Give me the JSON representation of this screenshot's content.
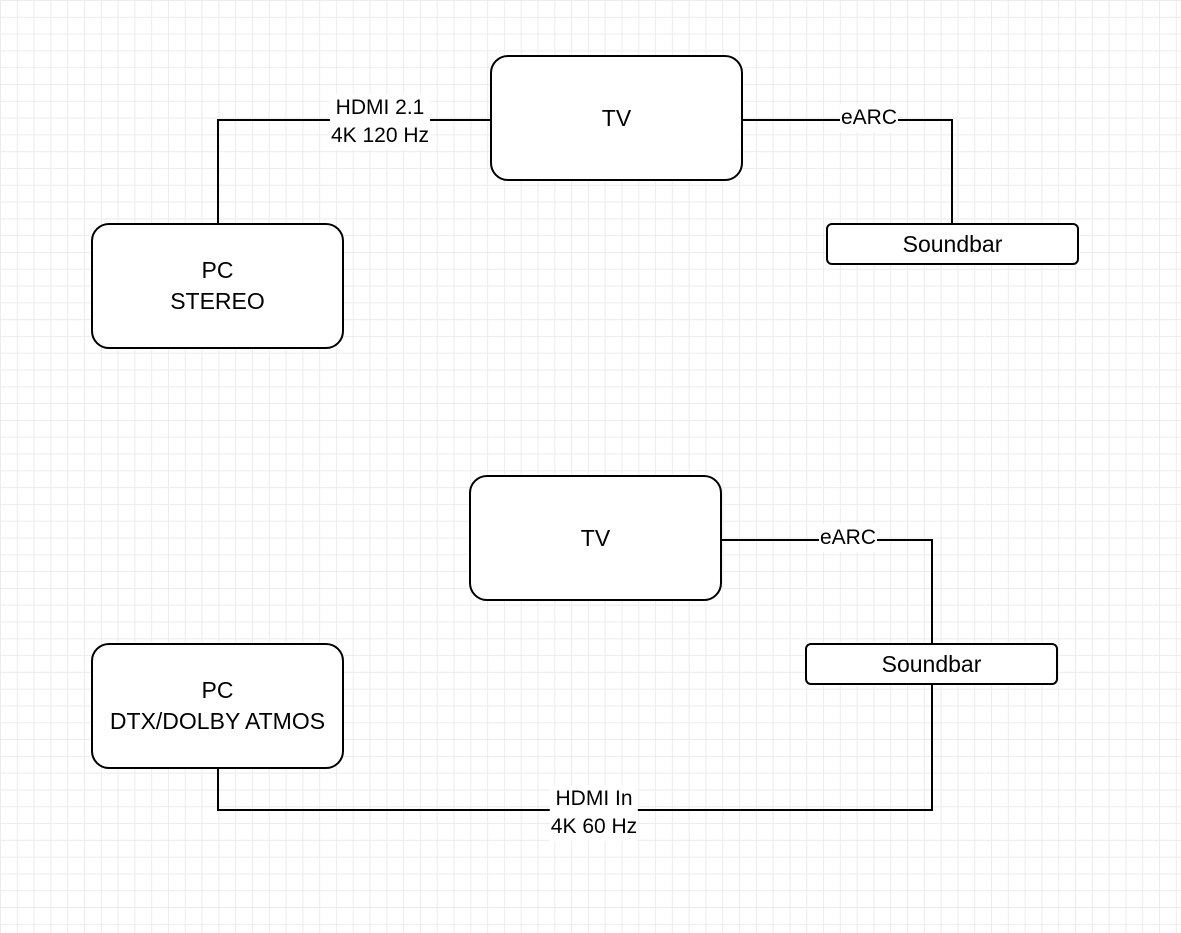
{
  "diagram_top": {
    "tv": {
      "label": "TV"
    },
    "pc": {
      "line1": "PC",
      "line2": "STEREO"
    },
    "soundbar": {
      "label": "Soundbar"
    },
    "pc_tv_edge": {
      "line1": "HDMI 2.1",
      "line2": "4K 120 Hz"
    },
    "tv_soundbar_edge": {
      "label": "eARC"
    }
  },
  "diagram_bottom": {
    "tv": {
      "label": "TV"
    },
    "pc": {
      "line1": "PC",
      "line2": "DTX/DOLBY ATMOS"
    },
    "soundbar": {
      "label": "Soundbar"
    },
    "tv_soundbar_edge": {
      "label": "eARC"
    },
    "pc_soundbar_edge": {
      "line1": "HDMI In",
      "line2": "4K 60 Hz"
    }
  }
}
